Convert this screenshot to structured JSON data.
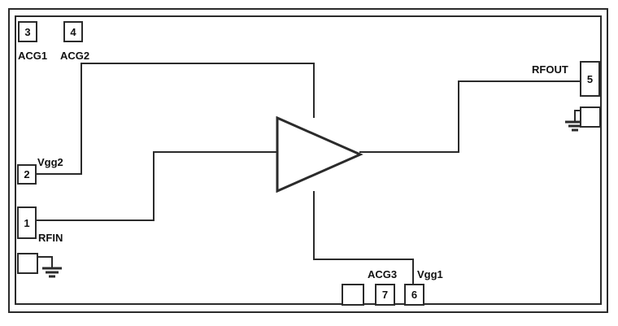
{
  "diagram": {
    "title": "RF amplifier die bonding pad layout",
    "line_color": "#2b2b2b",
    "background": "#ffffff",
    "pads": [
      {
        "id": "pad-3",
        "number": "3",
        "label": "ACG1"
      },
      {
        "id": "pad-4",
        "number": "4",
        "label": "ACG2"
      },
      {
        "id": "pad-2",
        "number": "2",
        "label": "Vgg2"
      },
      {
        "id": "pad-1",
        "number": "1",
        "label": "RFIN"
      },
      {
        "id": "pad-gnd-left",
        "number": "",
        "label": ""
      },
      {
        "id": "pad-5",
        "number": "5",
        "label": "RFOUT"
      },
      {
        "id": "pad-gnd-right",
        "number": "",
        "label": ""
      },
      {
        "id": "pad-gnd-bottom",
        "number": "",
        "label": ""
      },
      {
        "id": "pad-7",
        "number": "7",
        "label": "ACG3"
      },
      {
        "id": "pad-6",
        "number": "6",
        "label": "Vgg1"
      }
    ],
    "labels": {
      "acg1": "ACG1",
      "acg2": "ACG2",
      "acg3": "ACG3",
      "vgg1": "Vgg1",
      "vgg2": "Vgg2",
      "rfin": "RFIN",
      "rfout": "RFOUT"
    },
    "pad_numbers": {
      "one": "1",
      "two": "2",
      "three": "3",
      "four": "4",
      "five": "5",
      "six": "6",
      "seven": "7"
    },
    "symbols": {
      "amplifier": "amplifier-triangle",
      "ground_left": "ground-icon",
      "ground_right": "ground-icon"
    }
  }
}
